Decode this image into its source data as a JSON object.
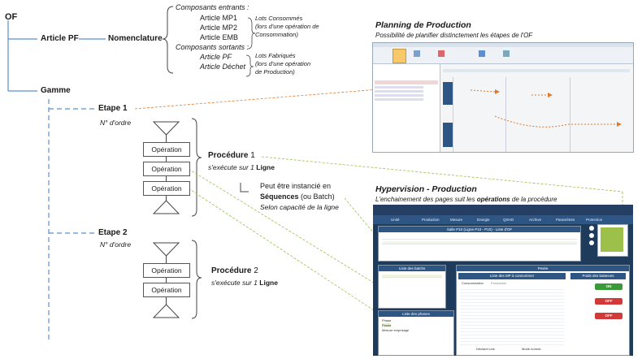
{
  "tree": {
    "of": "OF",
    "article_pf": "Article PF",
    "nomenclature": "Nomenclature",
    "gamme": "Gamme",
    "etape1": "Etape 1",
    "etape1_order": "N° d'ordre",
    "etape2": "Etape 2",
    "etape2_order": "N° d'ordre"
  },
  "components": {
    "entrants_title": "Composants entrants :",
    "entrants": [
      "Article MP1",
      "Article MP2",
      "Article EMB"
    ],
    "sortants_title": "Composants sortants :",
    "sortants": [
      "Article PF",
      "Article Déchet"
    ],
    "lots_consommes": [
      "Lots Consommés",
      "(lors d'une opération de",
      "Consommation)"
    ],
    "lots_fabriques": [
      "Lots Fabriqués",
      "(lors d'une opération",
      "de Production)"
    ]
  },
  "operation_label": "Opération",
  "procedure1": {
    "name": "Procédure",
    "num": "1",
    "exec_prefix": "s'exécute sur 1",
    "exec_target": "Ligne"
  },
  "procedure2": {
    "name": "Procédure",
    "num": "2",
    "exec_prefix": "s'exécute sur 1",
    "exec_target": "Ligne"
  },
  "sequences": {
    "line1": "Peut être instancié en",
    "seq_word": "Séquences",
    "seq_rest": "(ou Batch)",
    "line3": "Selon capacité de la ligne"
  },
  "planning": {
    "title": "Planning de Production",
    "subtitle": "Possibilité de planifier distinctement les étapes de l'OF"
  },
  "hypervision": {
    "title": "Hypervision - Production",
    "subtitle_pre": "L'enchainement des pages suit les",
    "subtitle_bold": "opérations",
    "subtitle_post": "de la procédure",
    "nav": [
      "Unité",
      "Production",
      "Mesure",
      "Energie",
      "QSHO",
      "Archive",
      "Paramètres",
      "Protection"
    ],
    "panel_title": "Salle P10 (Ligne P10 - P10) - Liste d'OF",
    "lots_title": "Liste des batchs",
    "phases_title": "Liste des phases",
    "pesee_title": "Pesée",
    "mp_title": "Liste des MP à consommer",
    "balances_title": "Poids des balances",
    "on_label": "ON",
    "off_label": "OFF",
    "phases": [
      "Phase",
      "Pesée",
      "Mesure emprisage"
    ],
    "tabs": [
      "Consommation",
      "Production"
    ],
    "declare_label": "Déclarer une",
    "mode_label": "Mode normal"
  },
  "colors": {
    "line_blue": "#5b8fd1",
    "accent_orange": "#e07a2e",
    "accent_green": "#9cc04a",
    "hv_navy": "#1f3b5c"
  }
}
